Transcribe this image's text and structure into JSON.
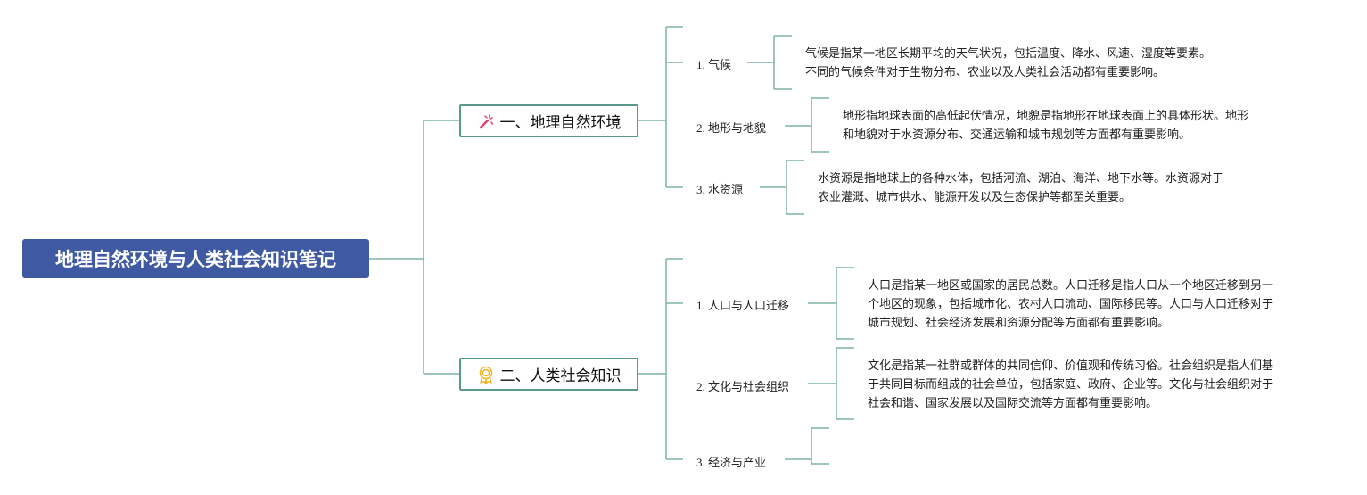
{
  "root": {
    "title": "地理自然环境与人类社会知识笔记"
  },
  "branches": [
    {
      "title": "一、地理自然环境",
      "icon": "magic-wand-icon",
      "icon_color": "#e0406a",
      "topics": [
        {
          "num": "1.",
          "label": "气候",
          "desc": [
            "气候是指某一地区长期平均的天气状况，包括温度、降水、风速、湿度等要素。",
            "不同的气候条件对于生物分布、农业以及人类社会活动都有重要影响。"
          ]
        },
        {
          "num": "2.",
          "label": "地形与地貌",
          "desc": [
            "地形指地球表面的高低起伏情况，地貌是指地形在地球表面上的具体形状。地形",
            "和地貌对于水资源分布、交通运输和城市规划等方面都有重要影响。"
          ]
        },
        {
          "num": "3.",
          "label": "水资源",
          "desc": [
            "水资源是指地球上的各种水体，包括河流、湖泊、海洋、地下水等。水资源对于",
            "农业灌溉、城市供水、能源开发以及生态保护等都至关重要。"
          ]
        }
      ]
    },
    {
      "title": "二、人类社会知识",
      "icon": "award-medal-icon",
      "icon_color": "#f0b429",
      "topics": [
        {
          "num": "1.",
          "label": "人口与人口迁移",
          "desc": [
            "人口是指某一地区或国家的居民总数。人口迁移是指人口从一个地区迁移到另一",
            "个地区的现象，包括城市化、农村人口流动、国际移民等。人口与人口迁移对于",
            "城市规划、社会经济发展和资源分配等方面都有重要影响。"
          ]
        },
        {
          "num": "2.",
          "label": "文化与社会组织",
          "desc": [
            "文化是指某一社群或群体的共同信仰、价值观和传统习俗。社会组织是指人们基",
            "于共同目标而组成的社会单位，包括家庭、政府、企业等。文化与社会组织对于",
            "社会和谐、国家发展以及国际交流等方面都有重要影响。"
          ]
        },
        {
          "num": "3.",
          "label": "经济与产业",
          "desc": []
        }
      ]
    }
  ],
  "colors": {
    "root_bg": "#3f5aa3",
    "line": "#5b9a8b"
  }
}
